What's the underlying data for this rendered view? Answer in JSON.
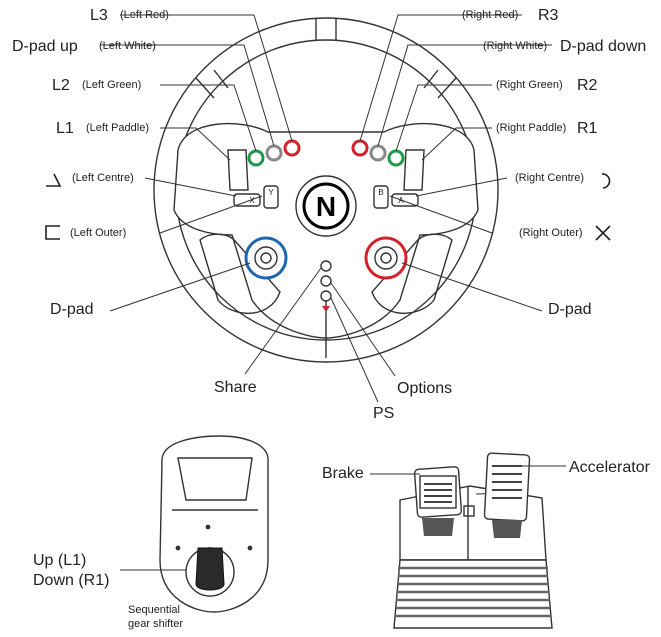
{
  "wheel": {
    "logo": "N",
    "left_labels": [
      {
        "main": "L3",
        "sub": "(Left Red)"
      },
      {
        "main": "D-pad up",
        "sub": "(Left White)"
      },
      {
        "main": "L2",
        "sub": "(Left Green)"
      },
      {
        "main": "L1",
        "sub": "(Left Paddle)"
      },
      {
        "main": "",
        "sub": "(Left Centre)",
        "icon": "triangle-icon"
      },
      {
        "main": "",
        "sub": "(Left Outer)",
        "icon": "square-icon"
      },
      {
        "main": "D-pad",
        "sub": ""
      }
    ],
    "right_labels": [
      {
        "main": "R3",
        "sub": "(Right Red)"
      },
      {
        "main": "D-pad down",
        "sub": "(Right White)"
      },
      {
        "main": "R2",
        "sub": "(Right Green)"
      },
      {
        "main": "R1",
        "sub": "(Right Paddle)"
      },
      {
        "main": "",
        "sub": "(Right Centre)",
        "icon": "circle-icon"
      },
      {
        "main": "",
        "sub": "(Right Outer)",
        "icon": "cross-icon"
      },
      {
        "main": "D-pad",
        "sub": ""
      }
    ],
    "bottom_labels": {
      "share": "Share",
      "options": "Options",
      "ps": "PS"
    },
    "button_letters": {
      "y": "Y",
      "x": "X",
      "b": "B",
      "a": "A"
    }
  },
  "shifter": {
    "label_up": "Up (L1)",
    "label_down": "Down (R1)",
    "caption_line1": "Sequential",
    "caption_line2": "gear shifter"
  },
  "pedals": {
    "brake": "Brake",
    "accelerator": "Accelerator"
  },
  "colors": {
    "red": "#d2232a",
    "green": "#1e9a4a",
    "blue": "#1f66b1",
    "line": "#333333"
  }
}
